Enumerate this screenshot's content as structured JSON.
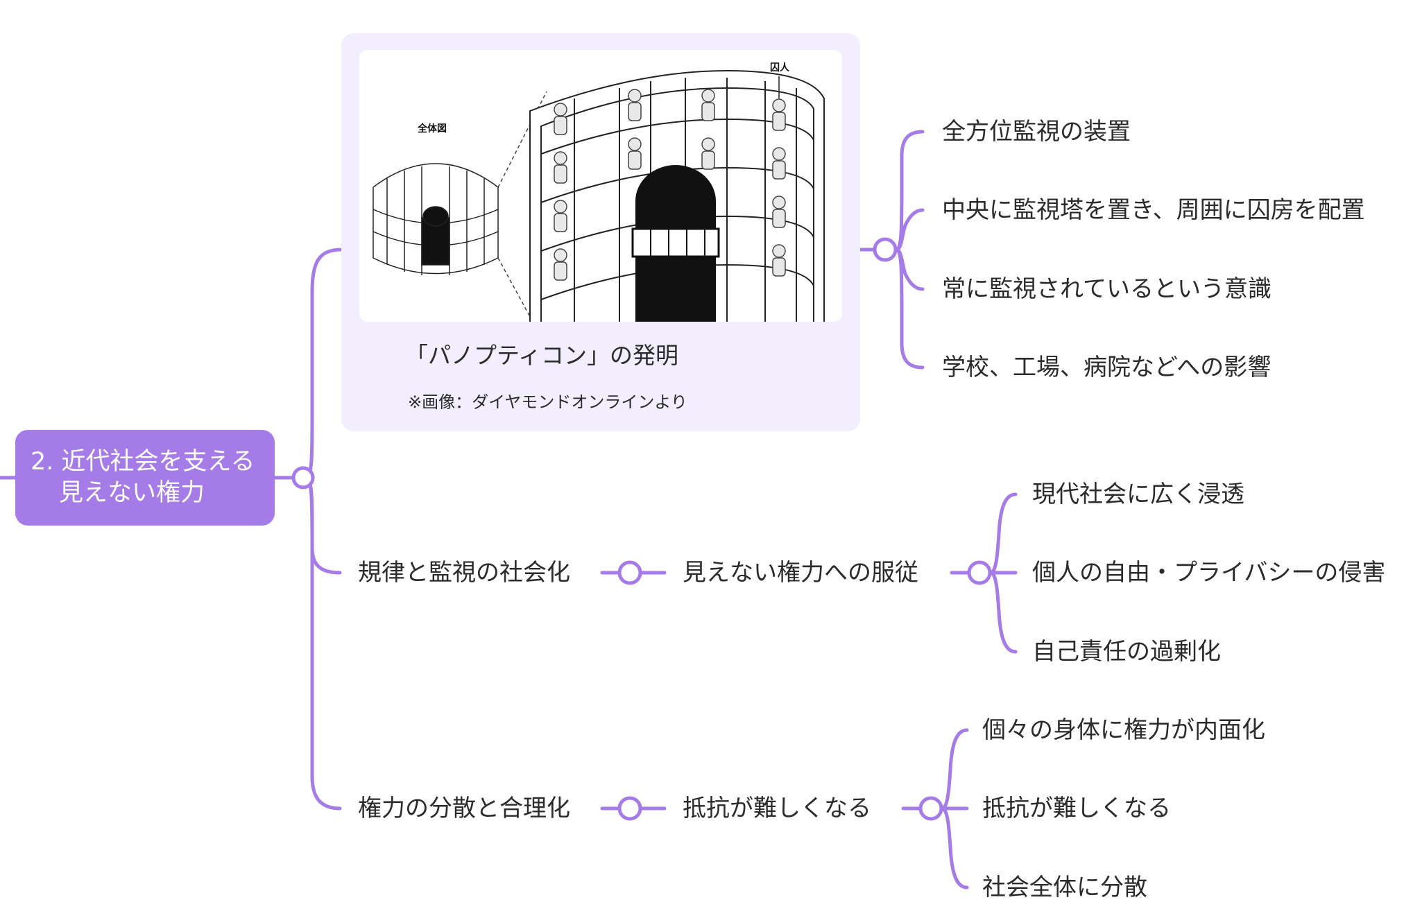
{
  "root": {
    "line1": "2. 近代社会を支える",
    "line2": "見えない権力"
  },
  "panopticon": {
    "title": "「パノプティコン」の発明",
    "note": "※画像：ダイヤモンドオンラインより",
    "image_labels": {
      "overview": "全体図",
      "prisoner": "囚人"
    },
    "children": [
      "全方位監視の装置",
      "中央に監視塔を置き、周囲に囚房を配置",
      "常に監視されているという意識",
      "学校、工場、病院などへの影響"
    ]
  },
  "discipline": {
    "label": "規律と監視の社会化",
    "child": "見えない権力への服従",
    "grandchildren": [
      "現代社会に広く浸透",
      "個人の自由・プライバシーの侵害",
      "自己責任の過剰化"
    ]
  },
  "dispersion": {
    "label": "権力の分散と合理化",
    "child": "抵抗が難しくなる",
    "grandchildren": [
      "個々の身体に権力が内面化",
      "抵抗が難しくなる",
      "社会全体に分散"
    ]
  },
  "colors": {
    "accent": "#a57be8",
    "card_bg": "#f3eefd",
    "text": "#2b2b2b"
  }
}
